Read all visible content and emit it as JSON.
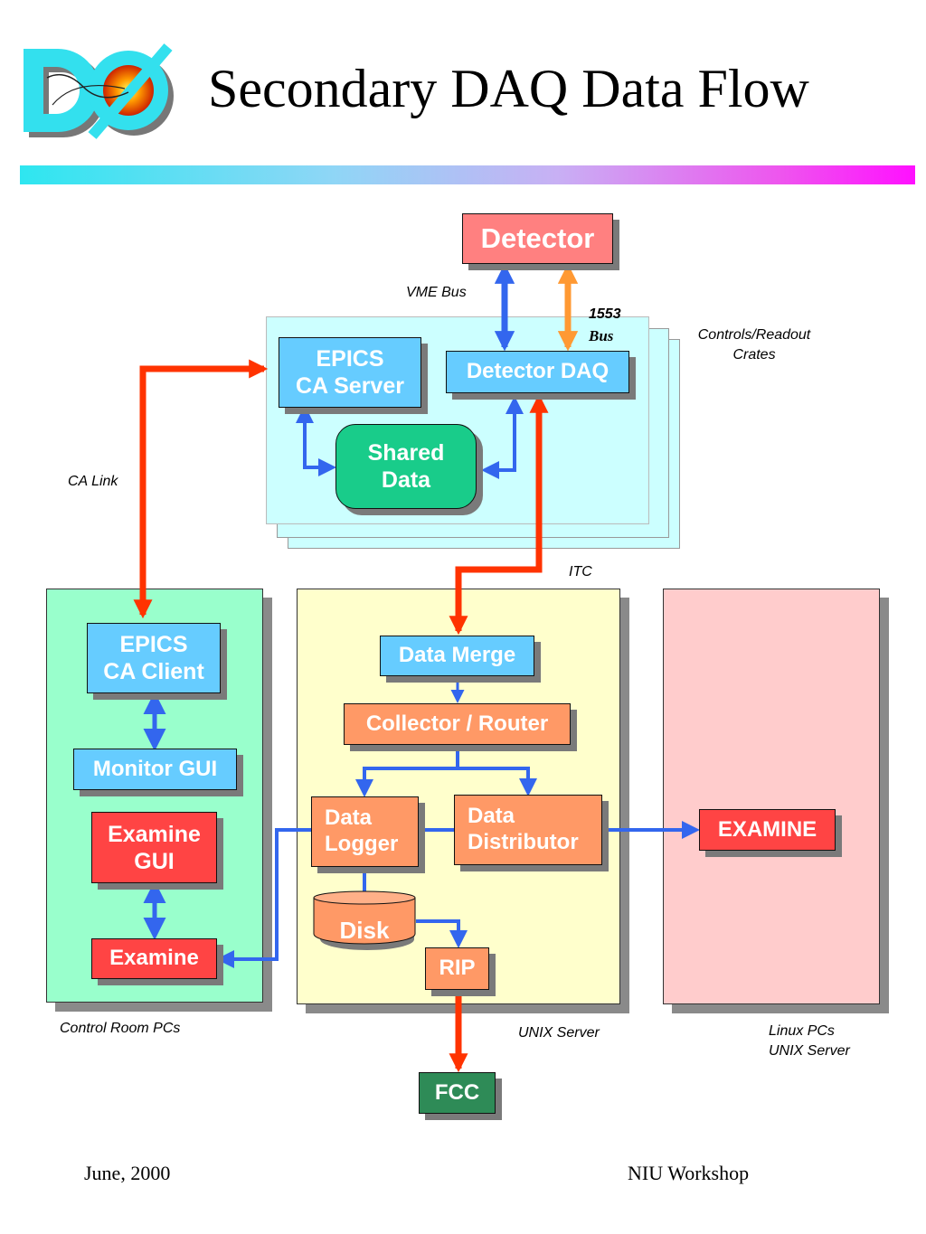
{
  "header": {
    "title": "Secondary DAQ Data Flow",
    "logo_text": "DØ"
  },
  "boxes": {
    "detector": "Detector",
    "epics_server": "EPICS\nCA Server",
    "detector_daq": "Detector DAQ",
    "shared_data": "Shared\nData",
    "epics_client": "EPICS\nCA Client",
    "monitor_gui": "Monitor GUI",
    "examine_gui": "Examine\nGUI",
    "examine": "Examine",
    "data_merge": "Data Merge",
    "collector_router": "Collector / Router",
    "data_logger": "Data\nLogger",
    "data_distributor": "Data\nDistributor",
    "disk": "Disk",
    "rip": "RIP",
    "examine_linux": "EXAMINE",
    "fcc": "FCC"
  },
  "labels": {
    "vme_bus": "VME Bus",
    "bus_1553_num": "1553",
    "bus_1553_word": "Bus",
    "controls_crates": "Controls/Readout\nCrates",
    "ca_link": "CA Link",
    "itc": "ITC",
    "control_room": "Control Room PCs",
    "unix_server": "UNIX Server",
    "linux_pcs": "Linux PCs\nUNIX Server"
  },
  "footer": {
    "date": "June, 2000",
    "event": "NIU Workshop"
  },
  "colors": {
    "data_arrow": "#3366ee",
    "link_arrow": "#ff3300",
    "bus_arrow": "#ff9933",
    "crate_panel": "#ccffff",
    "control_panel": "#99ffcc",
    "unix_panel": "#ffffcc",
    "linux_panel": "#ffcccc"
  }
}
